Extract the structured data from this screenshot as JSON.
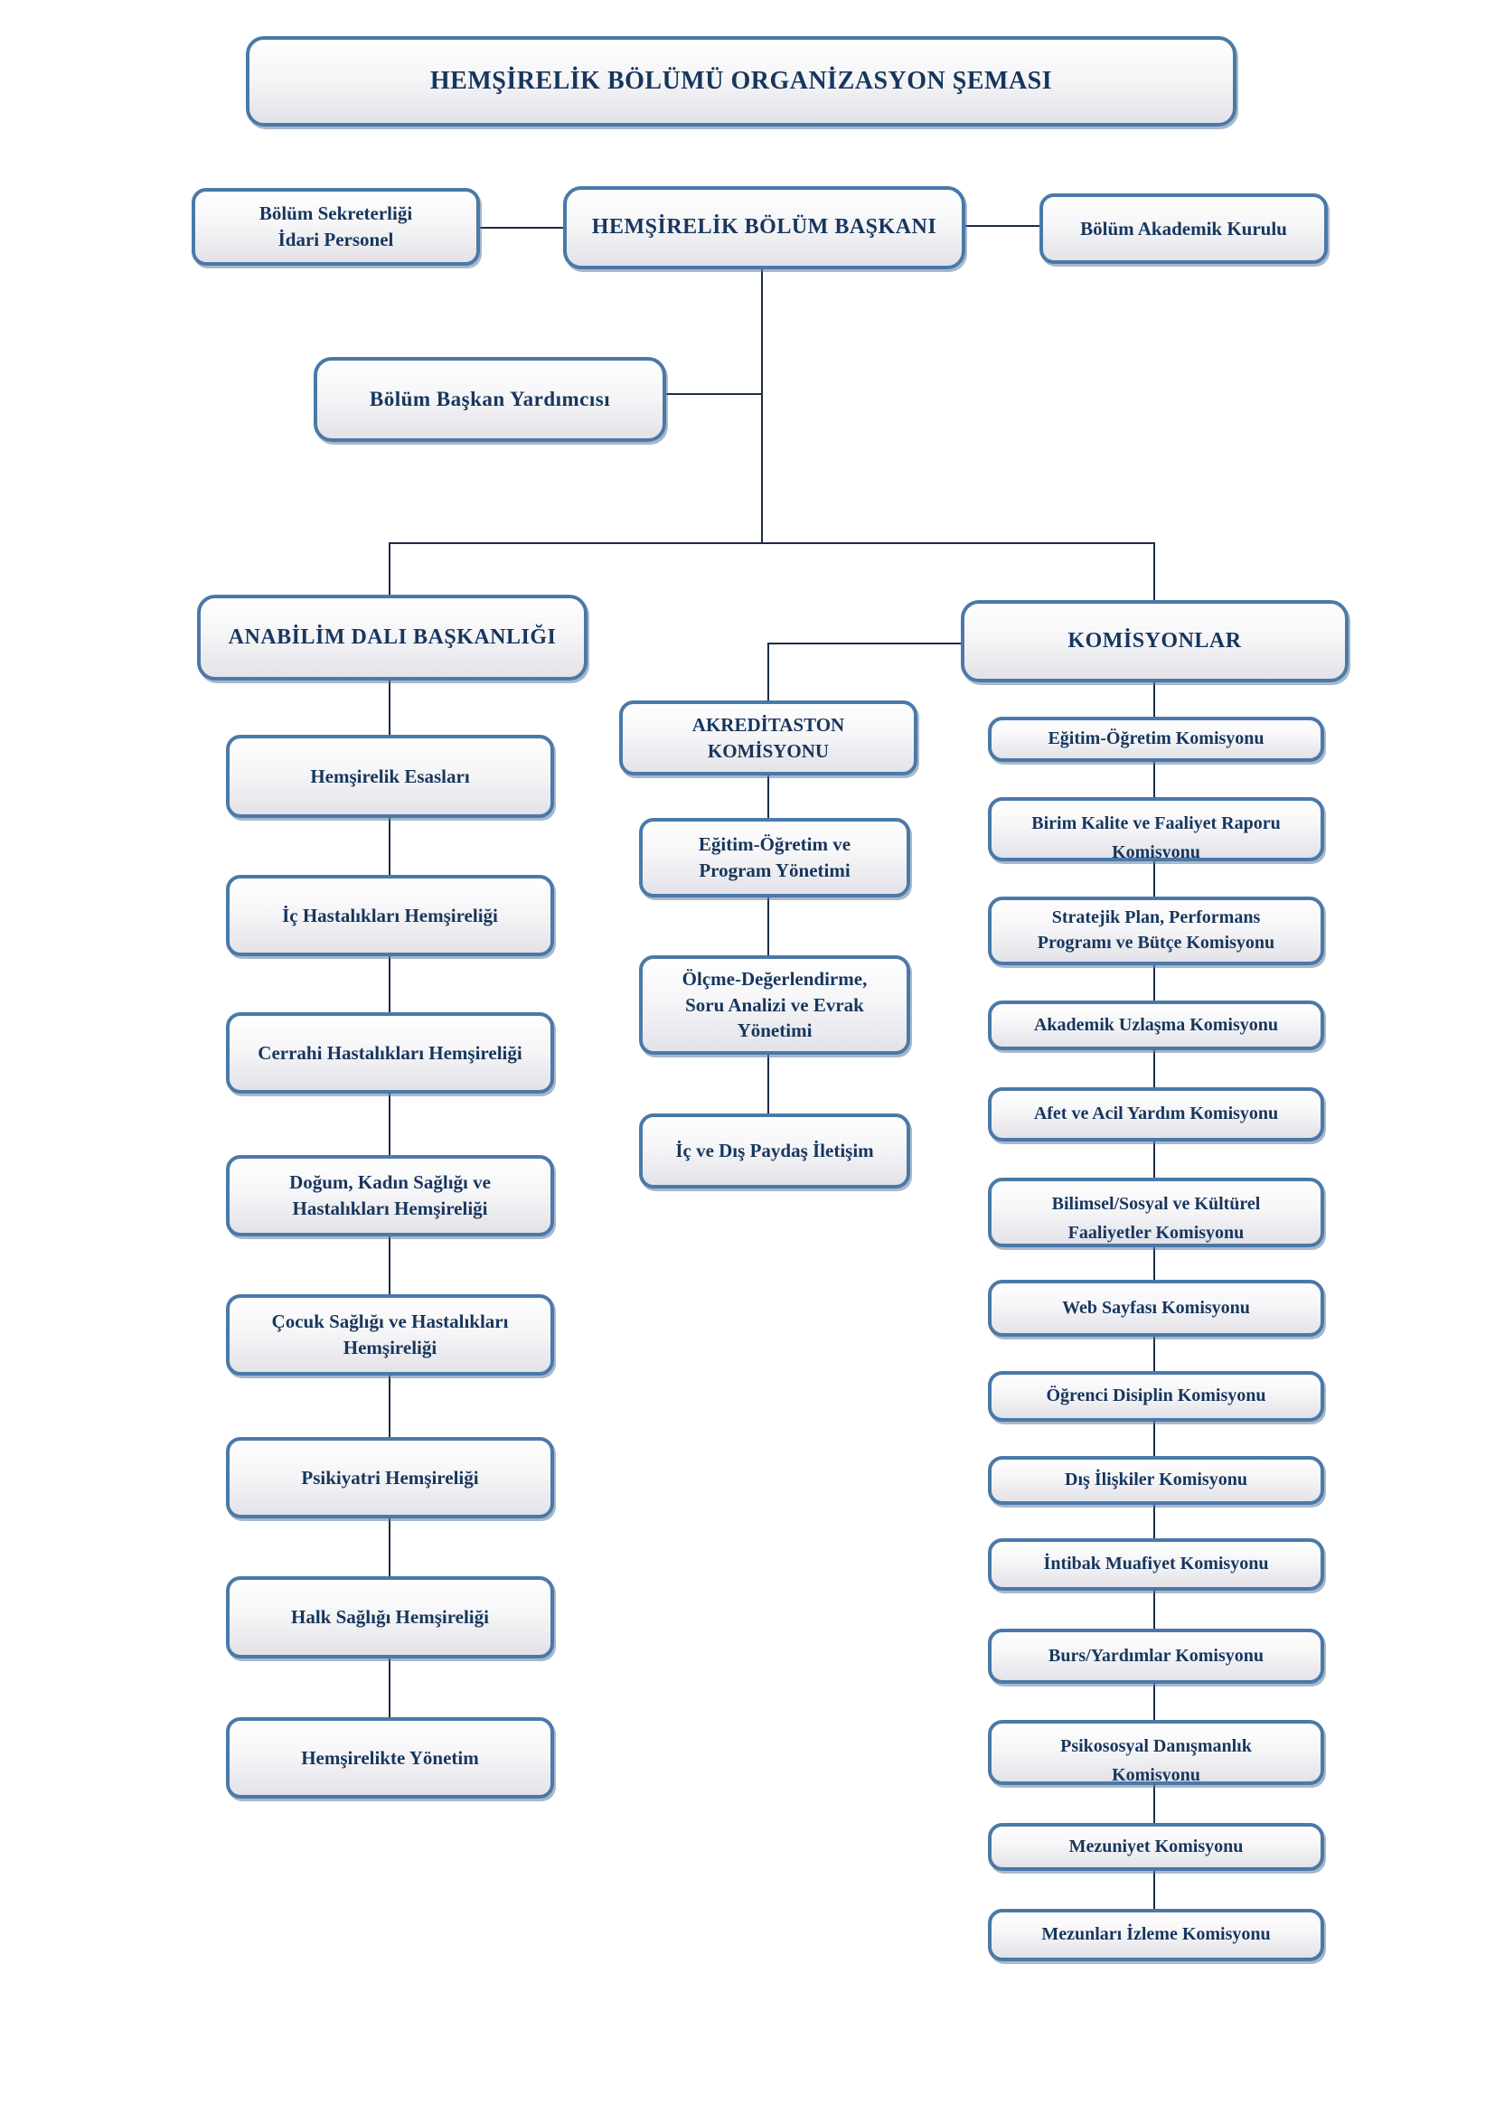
{
  "page_title": "HEMŞİRELİK BÖLÜMÜ ORGANİZASYON ŞEMASI",
  "colors": {
    "box_border": "#4a79a8",
    "box_fill_top": "#fefefe",
    "box_fill_bottom": "#e2e2e8",
    "text": "#17365d",
    "connector_line": "#1c2b4a",
    "background": "#ffffff"
  },
  "nodes": [
    {
      "id": "title",
      "label": "HEMŞİRELİK BÖLÜMÜ ORGANİZASYON ŞEMASI"
    },
    {
      "id": "sekreterlik",
      "label": "Bölüm Sekreterliği\nİdari Personel"
    },
    {
      "id": "baskan",
      "label": "HEMŞİRELİK BÖLÜM BAŞKANI"
    },
    {
      "id": "akademik-kurul",
      "label": "Bölüm Akademik Kurulu"
    },
    {
      "id": "yardimci",
      "label": "Bölüm Başkan Yardımcısı"
    },
    {
      "id": "anabilim",
      "label": "ANABİLİM DALI BAŞKANLIĞI"
    },
    {
      "id": "komisyonlar",
      "label": "KOMİSYONLAR"
    },
    {
      "id": "akreditasyon",
      "label": "AKREDİTASTON\nKOMİSYONU"
    },
    {
      "id": "egitim-program",
      "label": "Eğitim-Öğretim ve\nProgram Yönetimi"
    },
    {
      "id": "olcme",
      "label": "Ölçme-Değerlendirme,\nSoru Analizi ve Evrak\nYönetimi"
    },
    {
      "id": "paydas",
      "label": "İç ve Dış Paydaş İletişim"
    },
    {
      "id": "hem-esaslari",
      "label": "Hemşirelik Esasları"
    },
    {
      "id": "ic-hastaliklari",
      "label": "İç Hastalıkları Hemşireliği"
    },
    {
      "id": "cerrahi",
      "label": "Cerrahi Hastalıkları Hemşireliği"
    },
    {
      "id": "dogum",
      "label": "Doğum, Kadın Sağlığı ve\nHastalıkları Hemşireliği"
    },
    {
      "id": "cocuk",
      "label": "Çocuk Sağlığı ve Hastalıkları\nHemşireliği"
    },
    {
      "id": "psikiyatri",
      "label": "Psikiyatri Hemşireliği"
    },
    {
      "id": "halk",
      "label": "Halk Sağlığı Hemşireliği"
    },
    {
      "id": "hem-yonetim",
      "label": "Hemşirelikte Yönetim"
    },
    {
      "id": "egitim-ogretim-kom",
      "label": "Eğitim-Öğretim Komisyonu"
    },
    {
      "id": "birim-kalite",
      "label": "Birim Kalite ve Faaliyet Raporu\nKomisyonu"
    },
    {
      "id": "stratejik",
      "label": "Stratejik Plan, Performans\nProgramı ve Bütçe Komisyonu"
    },
    {
      "id": "akademik-uzlasma",
      "label": "Akademik Uzlaşma Komisyonu"
    },
    {
      "id": "afet",
      "label": "Afet ve Acil Yardım Komisyonu"
    },
    {
      "id": "bilimsel",
      "label": "Bilimsel/Sosyal ve Kültürel\nFaaliyetler Komisyonu"
    },
    {
      "id": "web-sayfasi",
      "label": "Web Sayfası Komisyonu"
    },
    {
      "id": "ogrenci-disiplin",
      "label": "Öğrenci Disiplin Komisyonu"
    },
    {
      "id": "dis-iliskiler",
      "label": "Dış İlişkiler Komisyonu"
    },
    {
      "id": "intibak",
      "label": "İntibak Muafiyet Komisyonu"
    },
    {
      "id": "burs",
      "label": "Burs/Yardımlar Komisyonu"
    },
    {
      "id": "psikososyal",
      "label": "Psikososyal Danışmanlık\nKomisyonu"
    },
    {
      "id": "mezuniyet",
      "label": "Mezuniyet Komisyonu"
    },
    {
      "id": "mezunlar-izleme",
      "label": "Mezunları İzleme Komisyonu"
    }
  ],
  "edges": [
    {
      "from": "baskan",
      "to": "sekreterlik"
    },
    {
      "from": "baskan",
      "to": "akademik-kurul"
    },
    {
      "from": "baskan",
      "to": "yardimci"
    },
    {
      "from": "baskan",
      "to": "anabilim"
    },
    {
      "from": "baskan",
      "to": "komisyonlar"
    },
    {
      "from": "komisyonlar",
      "to": "akreditasyon"
    },
    {
      "from": "akreditasyon",
      "to": "egitim-program"
    },
    {
      "from": "egitim-program",
      "to": "olcme"
    },
    {
      "from": "olcme",
      "to": "paydas"
    },
    {
      "from": "anabilim",
      "to": "hem-esaslari"
    },
    {
      "from": "hem-esaslari",
      "to": "ic-hastaliklari"
    },
    {
      "from": "ic-hastaliklari",
      "to": "cerrahi"
    },
    {
      "from": "cerrahi",
      "to": "dogum"
    },
    {
      "from": "dogum",
      "to": "cocuk"
    },
    {
      "from": "cocuk",
      "to": "psikiyatri"
    },
    {
      "from": "psikiyatri",
      "to": "halk"
    },
    {
      "from": "halk",
      "to": "hem-yonetim"
    },
    {
      "from": "komisyonlar",
      "to": "egitim-ogretim-kom"
    },
    {
      "from": "egitim-ogretim-kom",
      "to": "birim-kalite"
    },
    {
      "from": "birim-kalite",
      "to": "stratejik"
    },
    {
      "from": "stratejik",
      "to": "akademik-uzlasma"
    },
    {
      "from": "akademik-uzlasma",
      "to": "afet"
    },
    {
      "from": "afet",
      "to": "bilimsel"
    },
    {
      "from": "bilimsel",
      "to": "web-sayfasi"
    },
    {
      "from": "web-sayfasi",
      "to": "ogrenci-disiplin"
    },
    {
      "from": "ogrenci-disiplin",
      "to": "dis-iliskiler"
    },
    {
      "from": "dis-iliskiler",
      "to": "intibak"
    },
    {
      "from": "intibak",
      "to": "burs"
    },
    {
      "from": "burs",
      "to": "psikososyal"
    },
    {
      "from": "psikososyal",
      "to": "mezuniyet"
    },
    {
      "from": "mezuniyet",
      "to": "mezunlar-izleme"
    }
  ]
}
